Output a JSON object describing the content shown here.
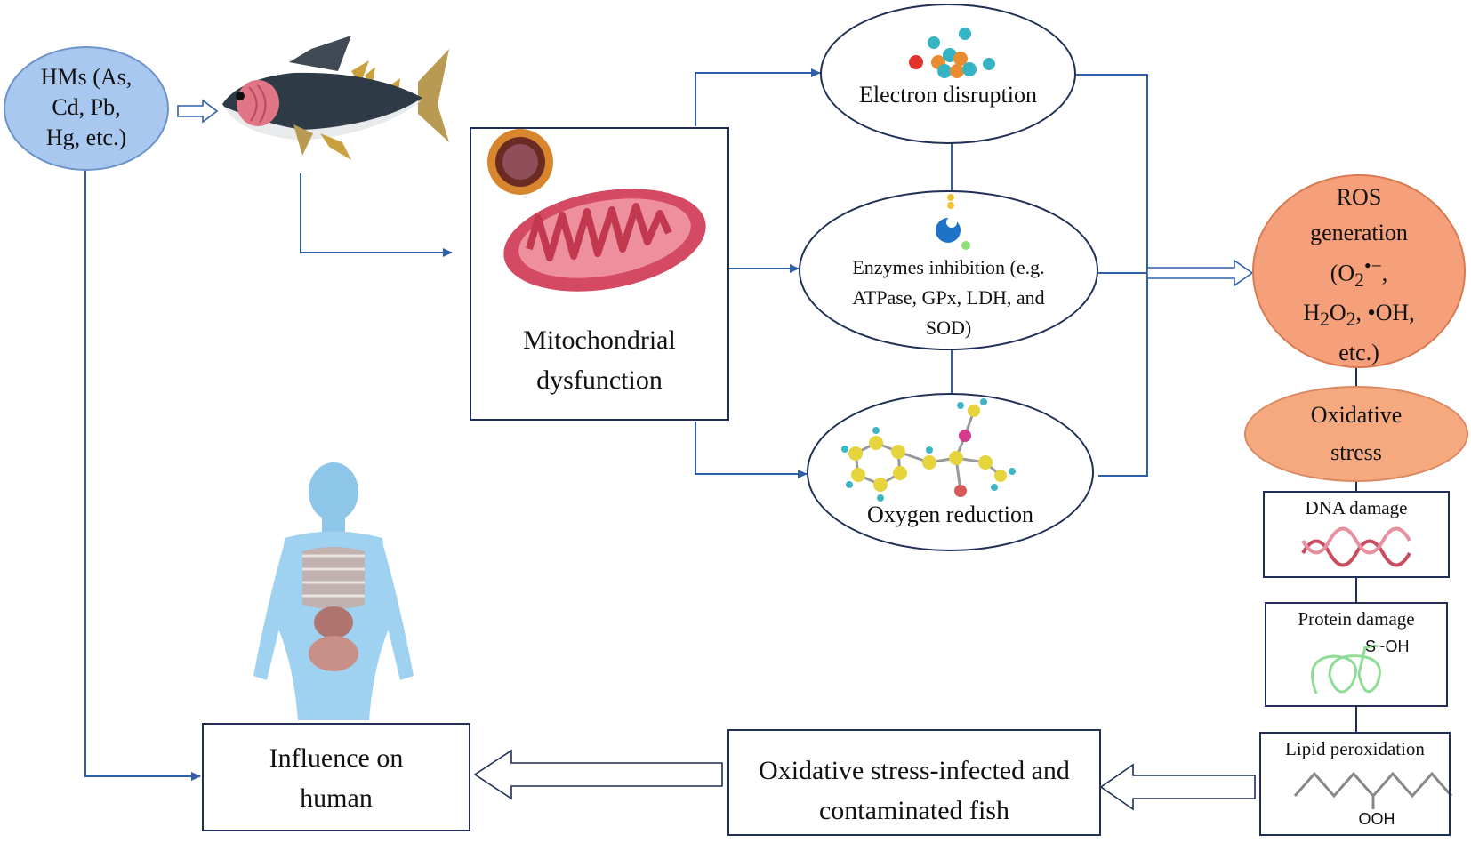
{
  "hms": {
    "line1": "HMs (As,",
    "line2": "Cd, Pb,",
    "line3": "Hg, etc.)"
  },
  "mito": {
    "line1": "Mitochondrial",
    "line2": "dysfunction"
  },
  "electron": {
    "label": "Electron disruption"
  },
  "enzyme": {
    "line1": "Enzymes inhibition (e.g.",
    "line2": "ATPase, GPx, LDH, and",
    "line3": "SOD)"
  },
  "oxygen": {
    "label": "Oxygen reduction"
  },
  "ros": {
    "line1": "ROS",
    "line2": "generation",
    "line3_pre": "(O",
    "line3_sub": "2",
    "line3_sup": "•−",
    "line3_post": ",",
    "line4_pre": "H",
    "line4_sub1": "2",
    "line4_mid": "O",
    "line4_sub2": "2",
    "line4_post": ", •OH,",
    "line5": "etc.)"
  },
  "oxstress": {
    "line1": "Oxidative",
    "line2": "stress"
  },
  "dna": {
    "label": "DNA damage"
  },
  "protein": {
    "label": "Protein damage",
    "chem": "S",
    "chem2": "OH"
  },
  "lipid": {
    "label": "Lipid peroxidation",
    "chem": "OOH"
  },
  "fish_box": {
    "line1": "Oxidative stress-infected and",
    "line2": "contaminated fish"
  },
  "human_box": {
    "line1": "Influence on",
    "line2": "human"
  },
  "colors": {
    "hms_fill": "#a9c8ef",
    "ros_fill": "#f5a07a",
    "stress_fill": "#f6a87f",
    "connector": "#2f5fa8",
    "border": "#1f2f55"
  }
}
